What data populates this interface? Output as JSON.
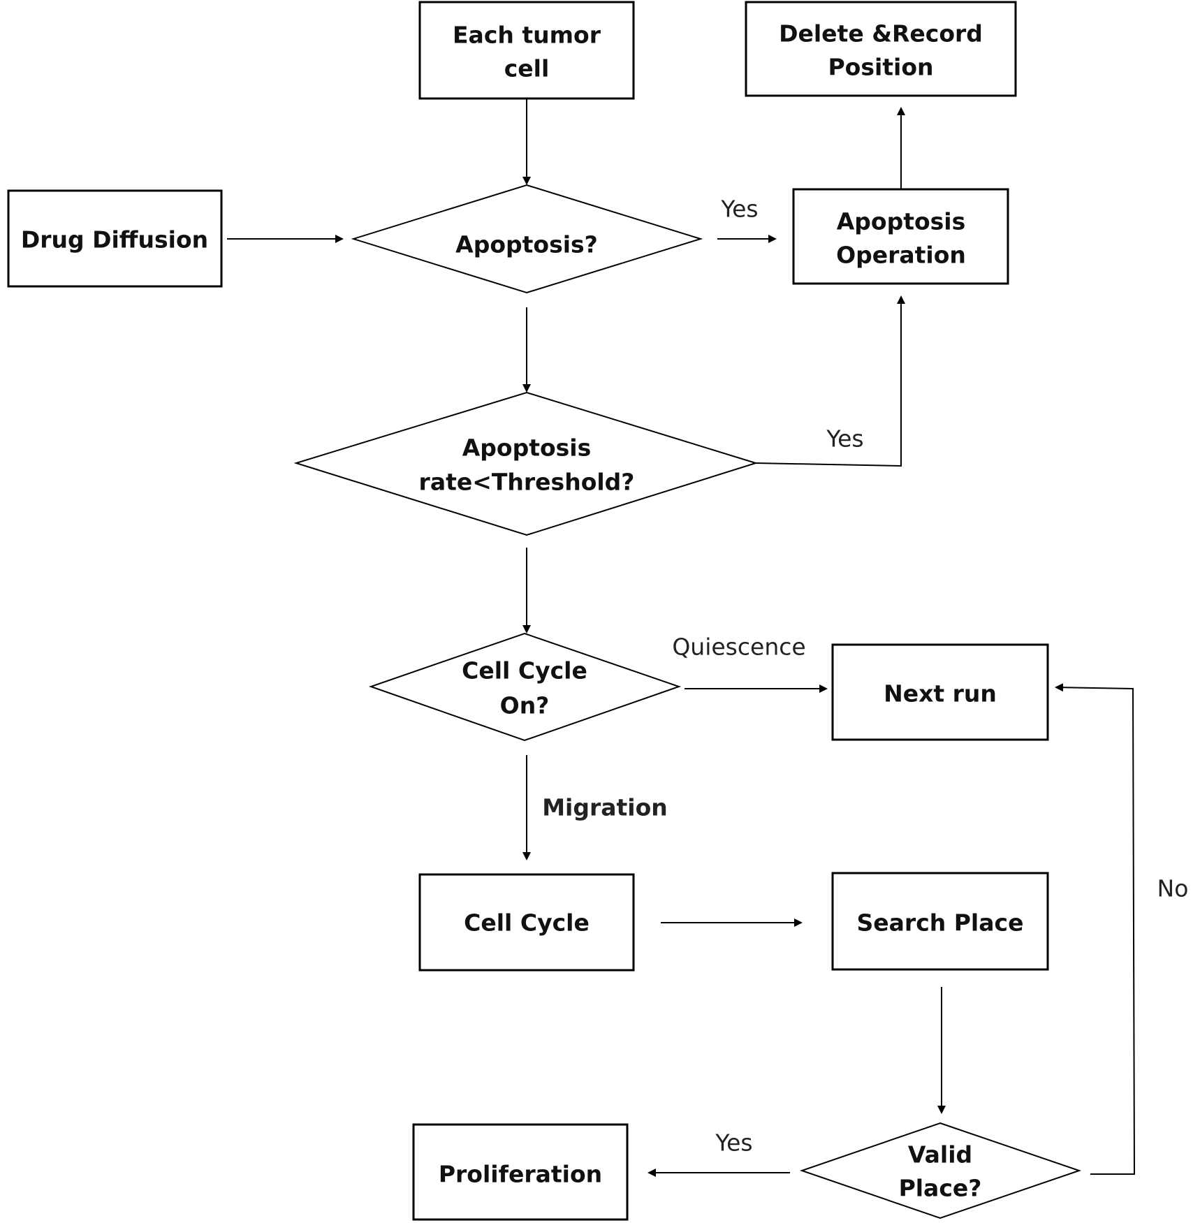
{
  "nodes": {
    "each_tumor_cell": {
      "line1": "Each tumor",
      "line2": "cell"
    },
    "delete_record": {
      "line1": "Delete &Record",
      "line2": "Position"
    },
    "drug_diffusion": {
      "label": "Drug Diffusion"
    },
    "apoptosis_decision": {
      "label": "Apoptosis?"
    },
    "apoptosis_operation": {
      "line1": "Apoptosis",
      "line2": "Operation"
    },
    "apoptosis_rate_decision": {
      "line1": "Apoptosis",
      "line2": "rate<Threshold?"
    },
    "cell_cycle_on_decision": {
      "line1": "Cell Cycle",
      "line2": "On?"
    },
    "next_run": {
      "label": "Next run"
    },
    "cell_cycle": {
      "label": "Cell Cycle"
    },
    "search_place": {
      "label": "Search Place"
    },
    "valid_place_decision": {
      "line1": "Valid",
      "line2": "Place?"
    },
    "proliferation": {
      "label": "Proliferation"
    }
  },
  "edges": {
    "apoptosis_yes": "Yes",
    "rate_yes": "Yes",
    "quiescence": "Quiescence",
    "migration": "Migration",
    "valid_yes": "Yes",
    "valid_no": "No"
  }
}
